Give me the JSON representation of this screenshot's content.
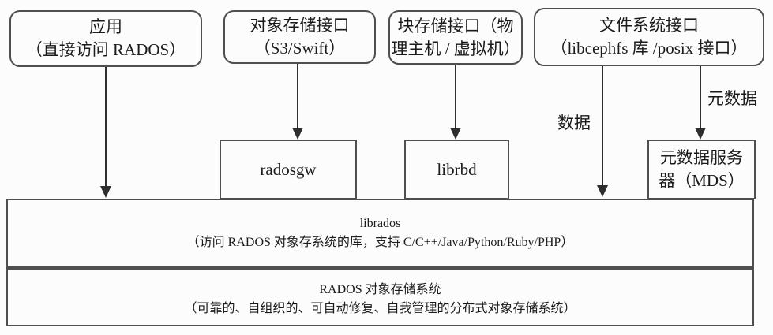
{
  "colors": {
    "border": "#4f4f4f",
    "text": "#1b1b1b",
    "arrow": "#2e2e2e",
    "background": "#fcfcfc"
  },
  "top_boxes": [
    {
      "line1": "应用",
      "line2": "（直接访问 RADOS）"
    },
    {
      "line1": "对象存储接口",
      "line2": "（S3/Swift）"
    },
    {
      "line1": "块存储接口（物",
      "line2": "理主机 / 虚拟机）"
    },
    {
      "line1": "文件系统接口",
      "line2": "（libcephfs 库 /posix 接口）"
    }
  ],
  "mid_boxes": {
    "radosgw": {
      "label": "radosgw"
    },
    "librbd": {
      "label": "librbd"
    },
    "mds": {
      "line1": "元数据服务",
      "line2": "器（MDS）"
    }
  },
  "edge_labels": {
    "data": "数据",
    "metadata": "元数据"
  },
  "librados_box": {
    "line1": "librados",
    "line2": "（访问 RADOS 对象存系统的库，支持 C/C++/Java/Python/Ruby/PHP）"
  },
  "rados_box": {
    "line1": "RADOS 对象存储系统",
    "line2": "（可靠的、自组织的、可自动修复、自我管理的分布式对象存储系统）"
  }
}
